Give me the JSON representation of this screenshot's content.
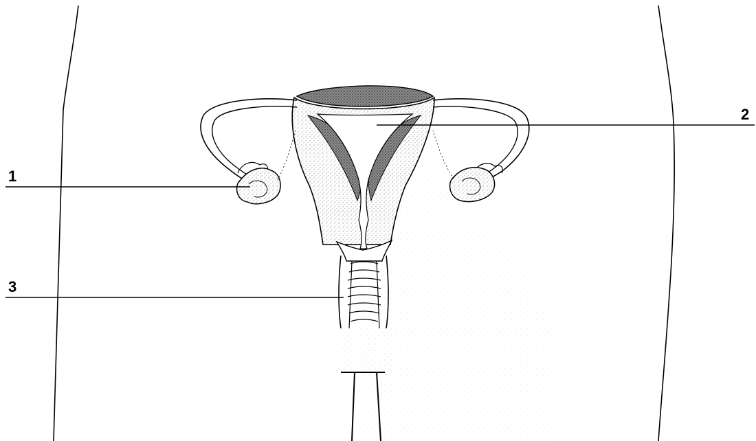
{
  "labels": [
    {
      "id": "1",
      "text": "1"
    },
    {
      "id": "2",
      "text": "2"
    },
    {
      "id": "3",
      "text": "3"
    }
  ],
  "colors": {
    "ink": "#000000",
    "shade": "#c8c8c8",
    "dark_shade": "#6b6b6b",
    "background": "#ffffff"
  }
}
